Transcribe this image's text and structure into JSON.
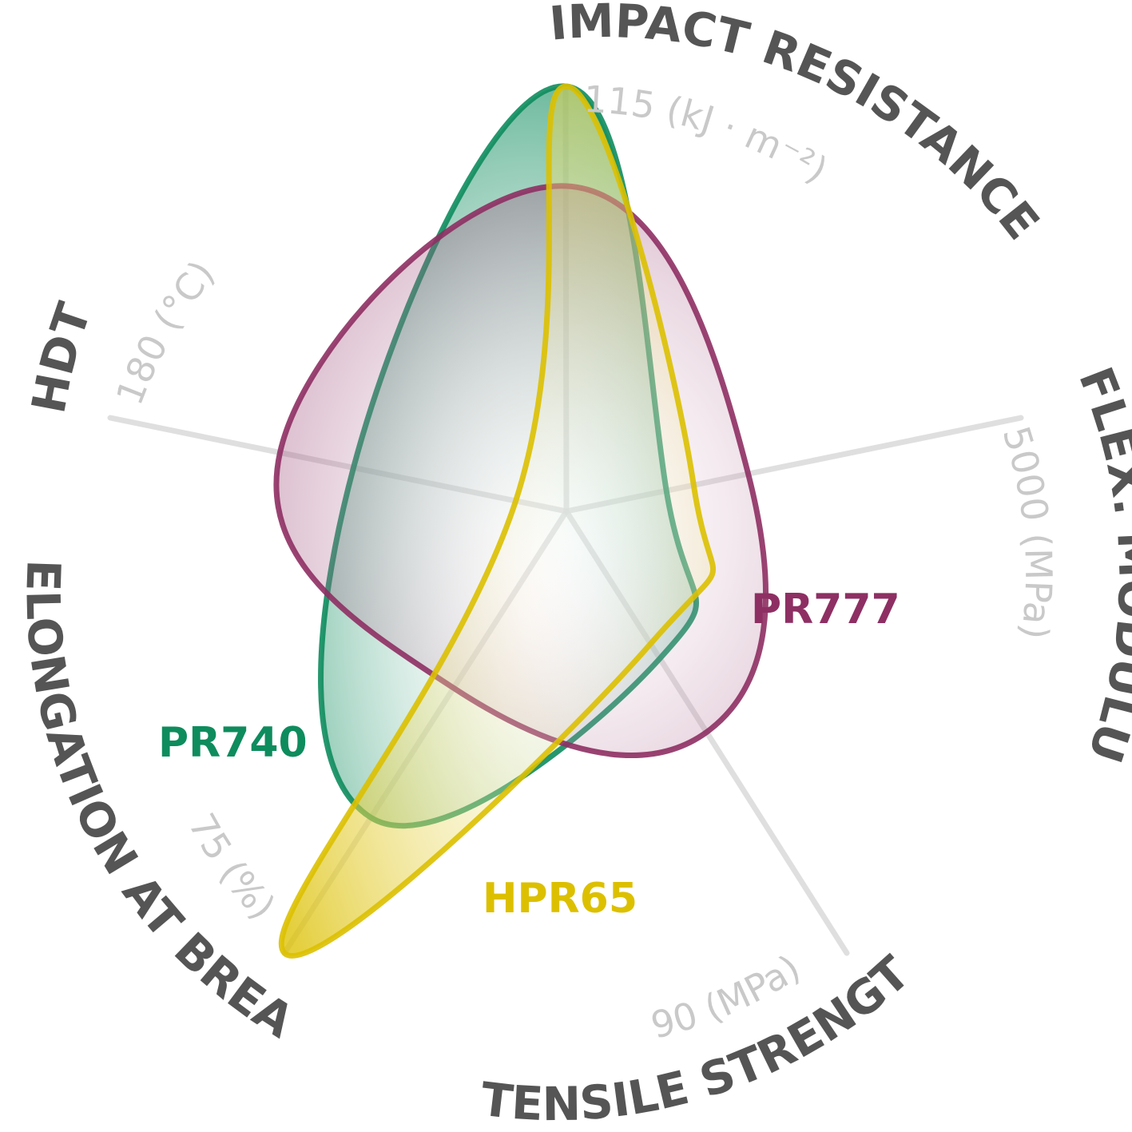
{
  "chart_data": {
    "type": "radar",
    "axes": [
      {
        "key": "impact",
        "title": "IMPACT RESISTANCE",
        "max_label": "115 (kJ · m⁻²)",
        "max": 115
      },
      {
        "key": "flex",
        "title": "FLEX. MODULUS",
        "max_label": "5000 (MPa)",
        "max": 5000
      },
      {
        "key": "tensile",
        "title": "TENSILE STRENGTH",
        "max_label": "90 (MPa)",
        "max": 90
      },
      {
        "key": "elongation",
        "title": "ELONGATION AT BREAK",
        "max_label": "75 (%)",
        "max": 75
      },
      {
        "key": "hdt",
        "title": "HDT",
        "max_label": "180 (°C)",
        "max": 180
      }
    ],
    "series": [
      {
        "name": "PR740",
        "color": "#0e8c5e",
        "values": [
          115,
          1100,
          30,
          52,
          84
        ]
      },
      {
        "name": "PR777",
        "color": "#8e2f63",
        "values": [
          88,
          2000,
          45,
          30,
          113
        ]
      },
      {
        "name": "HPR65",
        "color": "#dcc000",
        "values": [
          115,
          1400,
          27,
          75,
          20
        ]
      }
    ],
    "grid": false,
    "legend": "labels next to shapes"
  }
}
